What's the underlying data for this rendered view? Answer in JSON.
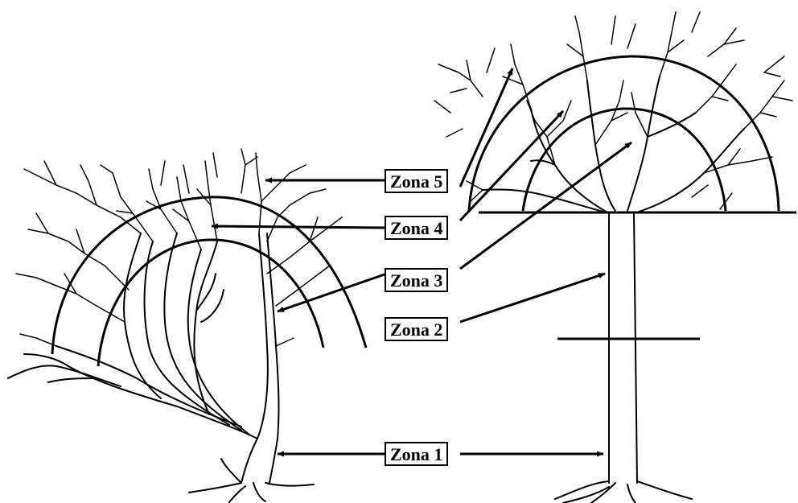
{
  "diagram": {
    "colors": {
      "ink": "#000000",
      "background": "#ffffff"
    },
    "zones": [
      {
        "id": "zona5",
        "label": "Zona 5"
      },
      {
        "id": "zona4",
        "label": "Zona 4"
      },
      {
        "id": "zona3",
        "label": "Zona 3"
      },
      {
        "id": "zona2",
        "label": "Zona 2"
      },
      {
        "id": "zona1",
        "label": "Zona 1"
      }
    ]
  }
}
